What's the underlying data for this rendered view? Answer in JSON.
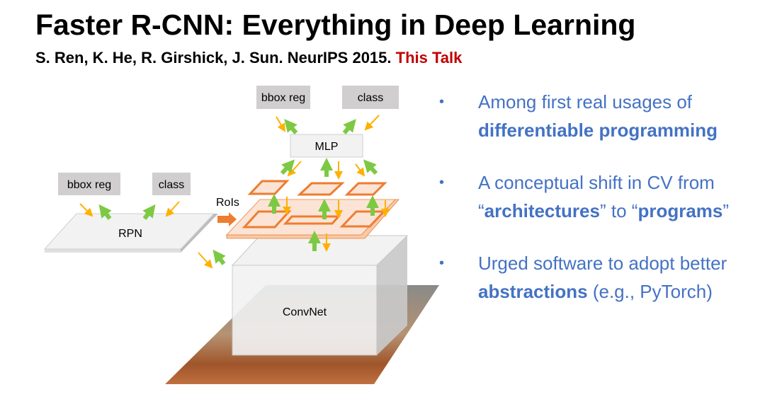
{
  "title": "Faster R-CNN: Everything in Deep Learning",
  "subtitle": {
    "citation": "S. Ren, K. He, R. Girshick, J. Sun. NeurIPS 2015.",
    "highlight": "This Talk"
  },
  "diagram": {
    "top_bbox_reg": "bbox reg",
    "top_class": "class",
    "mlp": "MLP",
    "rpn_bbox_reg": "bbox reg",
    "rpn_class": "class",
    "rpn": "RPN",
    "rois": "RoIs",
    "convnet": "ConvNet"
  },
  "bullets": [
    {
      "line1": "Among first real usages of",
      "bold": "differentiable programming"
    },
    {
      "pre": "A conceptual shift in CV from",
      "q1": "“",
      "bold1": "architectures",
      "mid": "” to “",
      "bold2": "programs",
      "q2": "”"
    },
    {
      "line1": "Urged software to adopt better",
      "bold": "abstractions",
      "rest": " (e.g., PyTorch)"
    }
  ],
  "colors": {
    "accent": "#4472C4",
    "highlight": "#C00000",
    "orange": "#ED7D31",
    "green": "#7DC943",
    "yellow": "#FFB000"
  }
}
